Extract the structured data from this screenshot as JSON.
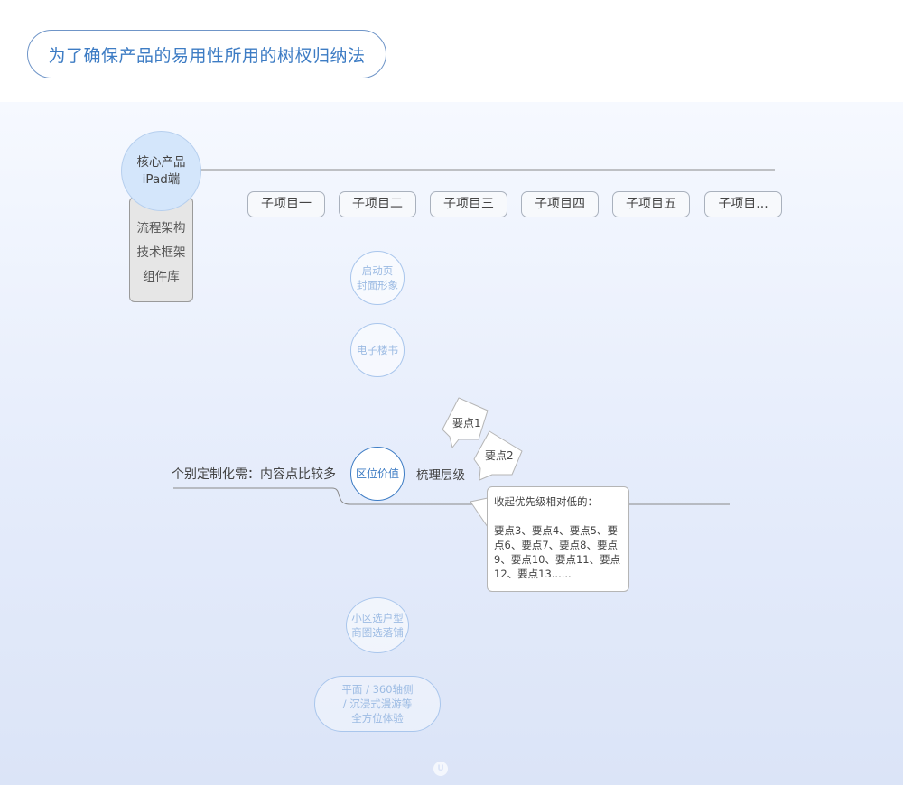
{
  "title": "为了确保产品的易用性所用的树杈归纳法",
  "core": {
    "name": "核心产品",
    "sub": "iPad端",
    "items": [
      "流程架构",
      "技术框架",
      "组件库"
    ]
  },
  "tabs": [
    "子项目一",
    "子项目二",
    "子项目三",
    "子项目四",
    "子项目五",
    "子项目..."
  ],
  "nodes": {
    "splash": [
      "启动页",
      "封面形象"
    ],
    "ebook": "电子楼书",
    "location": "区位价值",
    "community": [
      "小区选户型",
      "商圈选落铺"
    ],
    "experience": [
      "平面 / 360轴侧",
      "/ 沉浸式漫游等",
      "全方位体验"
    ]
  },
  "branch_left": "个别定制化需：内容点比较多",
  "branch_right": "梳理层级",
  "bubbles": [
    "要点1",
    "要点2"
  ],
  "note": {
    "heading": "收起优先级相对低的：",
    "lines": [
      "要点3、要点4、要点5、要",
      "点6、要点7、要点8、要点",
      "9、要点10、要点11、要点",
      "12、要点13......"
    ]
  },
  "watermark": "U"
}
